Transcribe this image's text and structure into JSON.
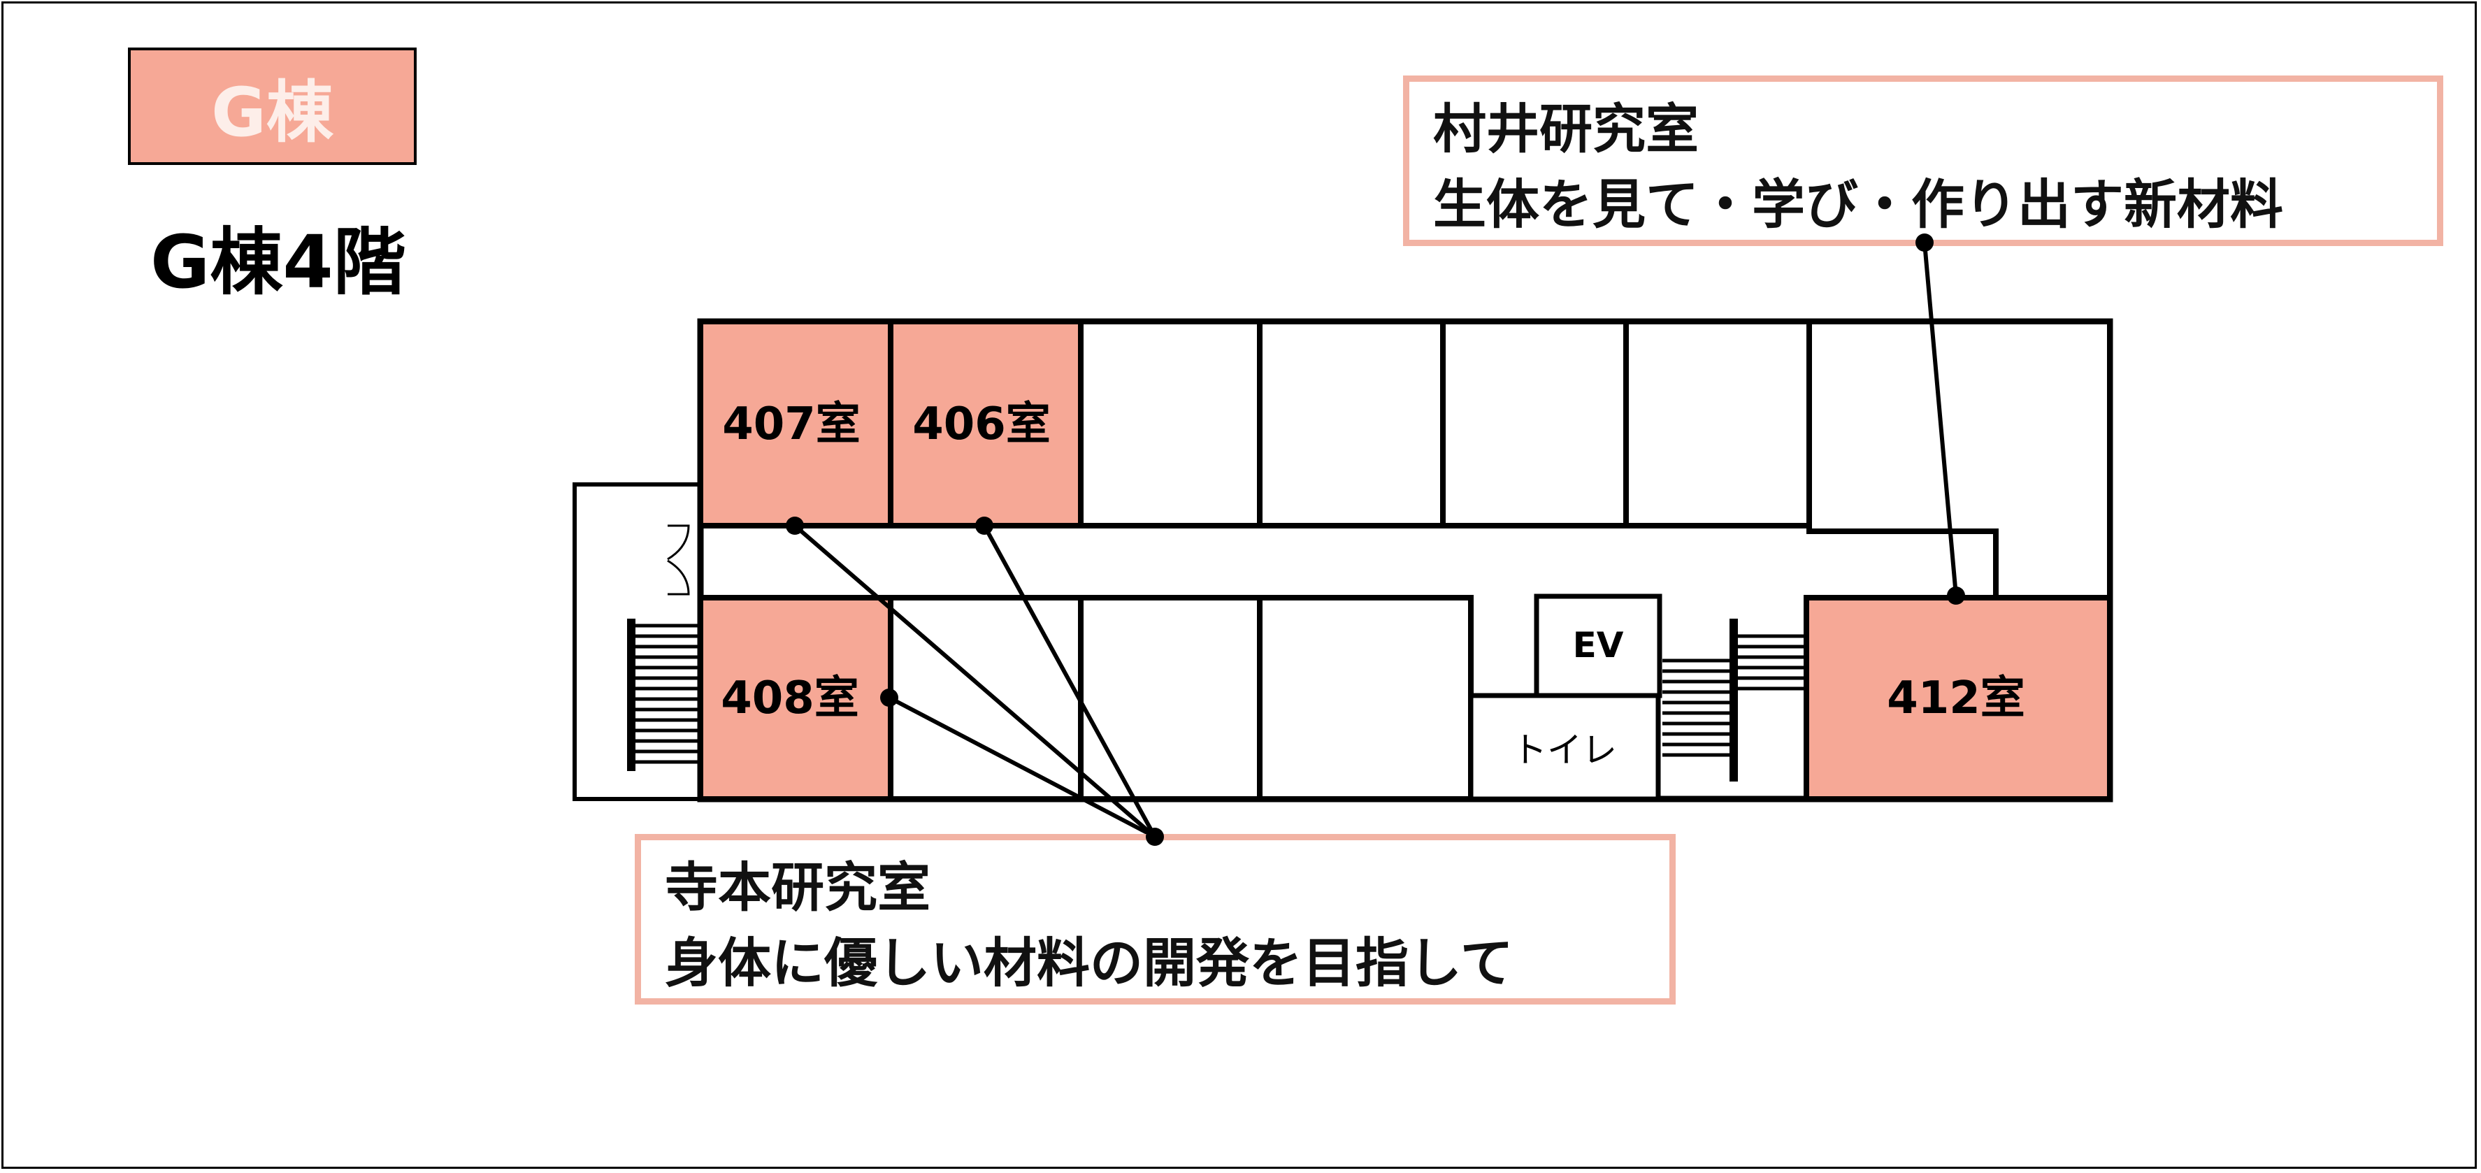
{
  "building_badge": "G棟",
  "floor_title": "G棟4階",
  "rooms": {
    "r407": "407室",
    "r406": "406室",
    "r408": "408室",
    "r412": "412室",
    "ev": "EV",
    "toilet": "トイレ"
  },
  "callouts": {
    "murai": {
      "lab": "村井研究室",
      "theme": "生体を見て・学び・作り出す新材料"
    },
    "teramoto": {
      "lab": "寺本研究室",
      "theme": "身体に優しい材料の開発を目指して"
    }
  },
  "colors": {
    "highlight": "#f6a896",
    "callout_border": "#f2b3a4",
    "line": "#000000"
  }
}
